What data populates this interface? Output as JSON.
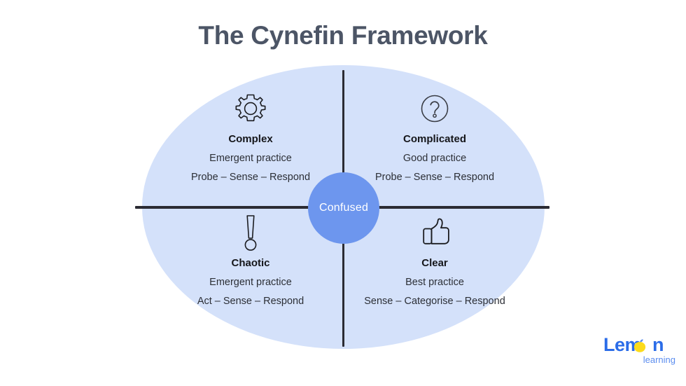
{
  "slide": {
    "title": "The Cynefin Framework",
    "background_color": "#ffffff",
    "ellipse_color": "#d4e1fa",
    "axis_color": "#2b2b33",
    "title_color": "#4c5566"
  },
  "center": {
    "label": "Confused",
    "circle_color": "#6d96ee",
    "text_color": "#ffffff"
  },
  "quadrants": [
    {
      "id": "complex",
      "icon": "gear-icon",
      "title": "Complex",
      "practice": "Emergent practice",
      "flow": "Probe – Sense – Respond"
    },
    {
      "id": "complicated",
      "icon": "question-mark-circle-icon",
      "title": "Complicated",
      "practice": "Good practice",
      "flow": "Probe – Sense – Respond"
    },
    {
      "id": "chaotic",
      "icon": "exclamation-mark-icon",
      "title": "Chaotic",
      "practice": "Emergent practice",
      "flow": "Act – Sense – Respond"
    },
    {
      "id": "clear",
      "icon": "thumbs-up-icon",
      "title": "Clear",
      "practice": "Best practice",
      "flow": "Sense – Categorise – Respond"
    }
  ],
  "logo": {
    "word_before": "Lem",
    "word_after": "n",
    "subtitle": "learning",
    "word_color": "#2b6ce8",
    "subtitle_color": "#5b8def",
    "lemon_color": "#fcdb1c",
    "leaf_color": "#5b8def"
  }
}
